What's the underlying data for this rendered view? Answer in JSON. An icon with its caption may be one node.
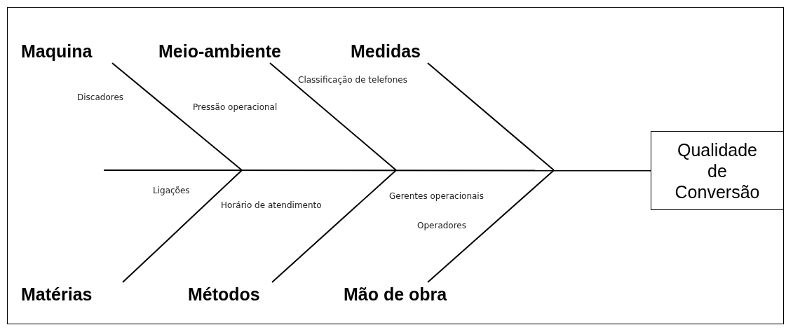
{
  "diagram": {
    "nodes": [
      {
        "text": [
          "Maquina"
        ]
      },
      {
        "text": [
          "Meio-ambiente"
        ]
      },
      {
        "text": [
          "Medidas"
        ]
      },
      {
        "text": [
          "Matérias"
        ]
      },
      {
        "text": [
          "Métodos"
        ]
      },
      {
        "text": [
          "Mão de obra"
        ]
      },
      {
        "text": [
          "Qualidade de Conversão"
        ]
      }
    ],
    "edges": [
      {
        "from": 0,
        "to": null,
        "arrow": "none"
      },
      {
        "from": 1,
        "to": null,
        "arrow": "none"
      },
      {
        "from": 2,
        "to": null,
        "arrow": "none"
      },
      {
        "from": 3,
        "to": null,
        "arrow": "none"
      },
      {
        "from": 4,
        "to": null,
        "arrow": "none"
      },
      {
        "from": 5,
        "to": null,
        "arrow": "none"
      },
      {
        "from": null,
        "to": 6,
        "arrow": "none"
      }
    ],
    "labels": [
      "Discadores",
      "Classificação de telefones",
      "Pressão operacional",
      "Ligações",
      "Horário de atendimento",
      "Gerentes operacionais",
      "Operadores"
    ]
  }
}
